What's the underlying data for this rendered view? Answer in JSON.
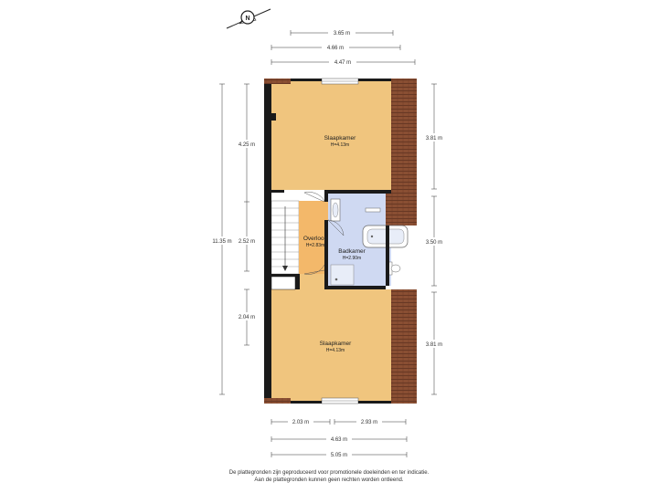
{
  "rooms": {
    "top": {
      "name": "Slaapkamer",
      "height": "H=4.13m"
    },
    "landing": {
      "name": "Overloop",
      "height": "H=2.83m"
    },
    "bath": {
      "name": "Badkamer",
      "height": "H=2.90m"
    },
    "bottom": {
      "name": "Slaapkamer",
      "height": "H=4.13m"
    }
  },
  "dimensions": {
    "top_1": "3.65 m",
    "top_2": "4.66 m",
    "top_3": "4.47 m",
    "left_total": "11.35 m",
    "left_1": "4.25 m",
    "left_2": "2.52 m",
    "left_3": "2.04 m",
    "right_1": "3.81 m",
    "right_2": "3.50 m",
    "right_3": "3.81 m",
    "bottom_1a": "2.03 m",
    "bottom_1b": "2.93 m",
    "bottom_2": "4.63 m",
    "bottom_3": "5.05 m"
  },
  "disclaimer": {
    "line1": "De plattegronden zijn geproduceerd voor promotionele doeleinden en ter indicatie.",
    "line2": "Aan de plattegronden kunnen geen rechten worden ontleend."
  },
  "compass_label": "N",
  "colors": {
    "bedroom": "#f0c57e",
    "landing": "#f3b86a",
    "bathroom": "#cfd9f2",
    "roof": "#8a4f33",
    "wall": "#1a1a1a"
  }
}
